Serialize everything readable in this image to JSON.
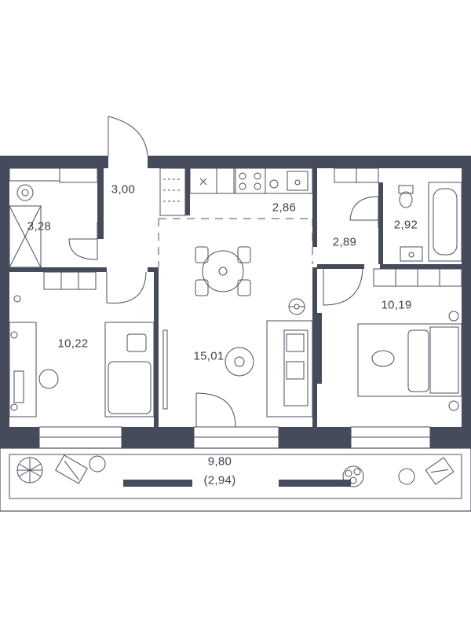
{
  "colors": {
    "wall": "#454b5a",
    "line": "#4a4f5c",
    "background": "#ffffff"
  },
  "rooms": {
    "shower": "3,28",
    "hall": "3,00",
    "kitchen": "2,86",
    "corridor": "2,89",
    "bathroom": "2,92",
    "bedroom_left": "10,22",
    "living": "15,01",
    "bedroom_right": "10,19",
    "balcony": "9,80",
    "balcony_reduced": "(2,94)"
  },
  "furniture": [
    "shower-icon",
    "kitchen-stove-icon",
    "kitchen-sink-icon",
    "dining-table-icon",
    "sofa-icon",
    "steering-wheel-icon",
    "tv-icon",
    "toilet-icon",
    "bathtub-icon",
    "washbasin-icon",
    "double-bed-icon",
    "single-bed-icon",
    "desk-icon",
    "wardrobe-icon",
    "deck-chair-icon",
    "plant-icon",
    "side-table-icon"
  ]
}
